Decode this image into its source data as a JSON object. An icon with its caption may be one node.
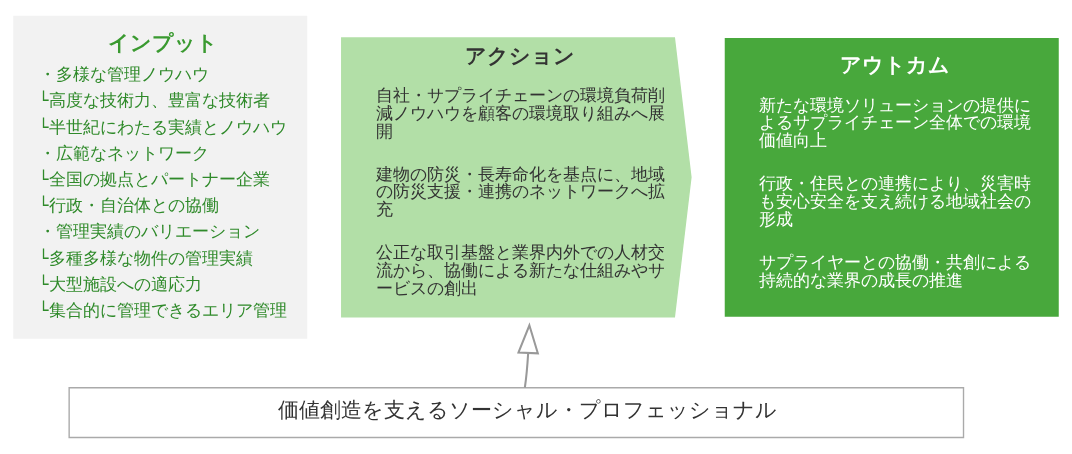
{
  "diagram": {
    "nodes": [
      {
        "text": [
          "インプット",
          "・多様な管理ノウハウ",
          "└高度な技術力、豊富な技術者",
          "└半世紀にわたる実績とノウハウ",
          "・広範なネットワーク",
          "└全国の拠点とパートナー企業",
          "└行政・自治体との協働",
          "・管理実績のバリエーション",
          "└多種多様な物件の管理実績",
          "└大型施設への適応力",
          "└集合的に管理できるエリア管理"
        ]
      },
      {
        "text": [
          "アクション",
          "自社・サプライチェーンの環境負荷削減ノウハウを顧客の環境取り組みへ展開",
          "建物の防災・長寿命化を基点に、地域の防災支援・連携のネットワークへ拡充",
          "公正な取引基盤と業界内外での人材交流から、協働による新たな仕組みやサービスの創出"
        ]
      },
      {
        "text": [
          "アウトカム",
          "新たな環境ソリューションの提供によるサプライチェーン全体での環境価値向上",
          "行政・住民との連携により、災害時も安心安全を支え続ける地域社会の形成",
          "サプライヤーとの協働・共創による持続的な業界の成長の推進"
        ]
      },
      {
        "text": [
          "価値創造を支えるソーシャル・プロフェッショナル"
        ]
      }
    ],
    "edges": [
      {
        "from": 3,
        "to": 1,
        "arrow": "to"
      }
    ]
  }
}
